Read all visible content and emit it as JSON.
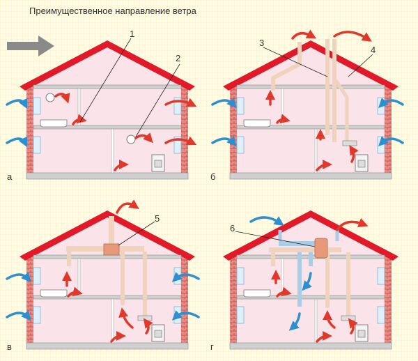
{
  "caption": "Преимущественное направление ветра",
  "callouts": [
    "1",
    "2",
    "3",
    "4",
    "5",
    "6"
  ],
  "panels": [
    {
      "letter": "а"
    },
    {
      "letter": "б"
    },
    {
      "letter": "в"
    },
    {
      "letter": "г"
    }
  ],
  "colors": {
    "grid_bg": "#fffbe6",
    "grid_line": "#f3e4a6",
    "roof": "#e11a2a",
    "wall_fill": "#fbe3ea",
    "floor": "#d0d0d0",
    "brick": "#d9645e",
    "warm_arrow": "#e0392b",
    "cold_arrow": "#2b8fd0",
    "wind_arrow": "#8a8a8a",
    "duct_beige": "#efd3bd",
    "duct_blue": "#a8cde6",
    "recuperator": "#e79a7a"
  }
}
